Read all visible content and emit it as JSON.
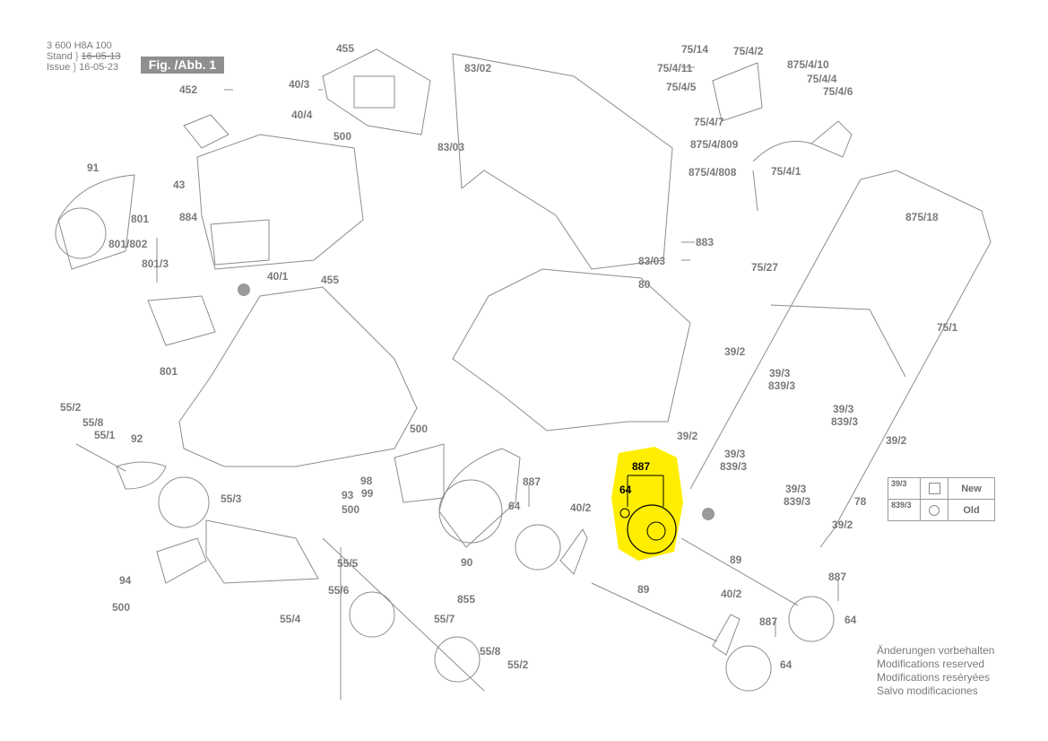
{
  "header": {
    "doc_number": "3 600 H8A 100",
    "stand_label": "Stand",
    "stand_date": "16-05-13",
    "issue_label": "Issue",
    "issue_date": "16-05-23",
    "figure_badge": "Fig. /Abb. 1"
  },
  "highlight": {
    "color": "#ffee00"
  },
  "part_labels": [
    "455",
    "452",
    "40/3",
    "40/4",
    "500",
    "43",
    "91",
    "884",
    "801",
    "801/802",
    "801/3",
    "40/1",
    "455",
    "83/02",
    "83/03",
    "83/03",
    "883",
    "80",
    "75/14",
    "75/4/2",
    "75/4/11",
    "75/4/5",
    "75/4/7",
    "875/4/10",
    "75/4/4",
    "75/4/6",
    "875/4/809",
    "75/4/1",
    "875/4/808",
    "875/18",
    "75/27",
    "39/2",
    "39/3",
    "839/3",
    "75/1",
    "39/3",
    "839/3",
    "39/2",
    "801",
    "55/2",
    "55/8",
    "55/1",
    "92",
    "500",
    "98",
    "99",
    "93",
    "500",
    "55/3",
    "94",
    "500",
    "55/5",
    "55/6",
    "855",
    "55/4",
    "55/7",
    "55/8",
    "55/2",
    "90",
    "887",
    "64",
    "40/2",
    "39/2",
    "39/3",
    "839/3",
    "39/3",
    "839/3",
    "78",
    "39/2",
    "89",
    "89",
    "40/2",
    "887",
    "64",
    "887",
    "64"
  ],
  "highlighted_labels": [
    "887",
    "64"
  ],
  "legend": {
    "rows": [
      {
        "code": "39/3",
        "status": "New"
      },
      {
        "code": "839/3",
        "status": "Old"
      }
    ]
  },
  "notes": [
    "Änderungen vorbehalten",
    "Modifications reserved",
    "Modifications reséryées",
    "Salvo modificaciones"
  ]
}
